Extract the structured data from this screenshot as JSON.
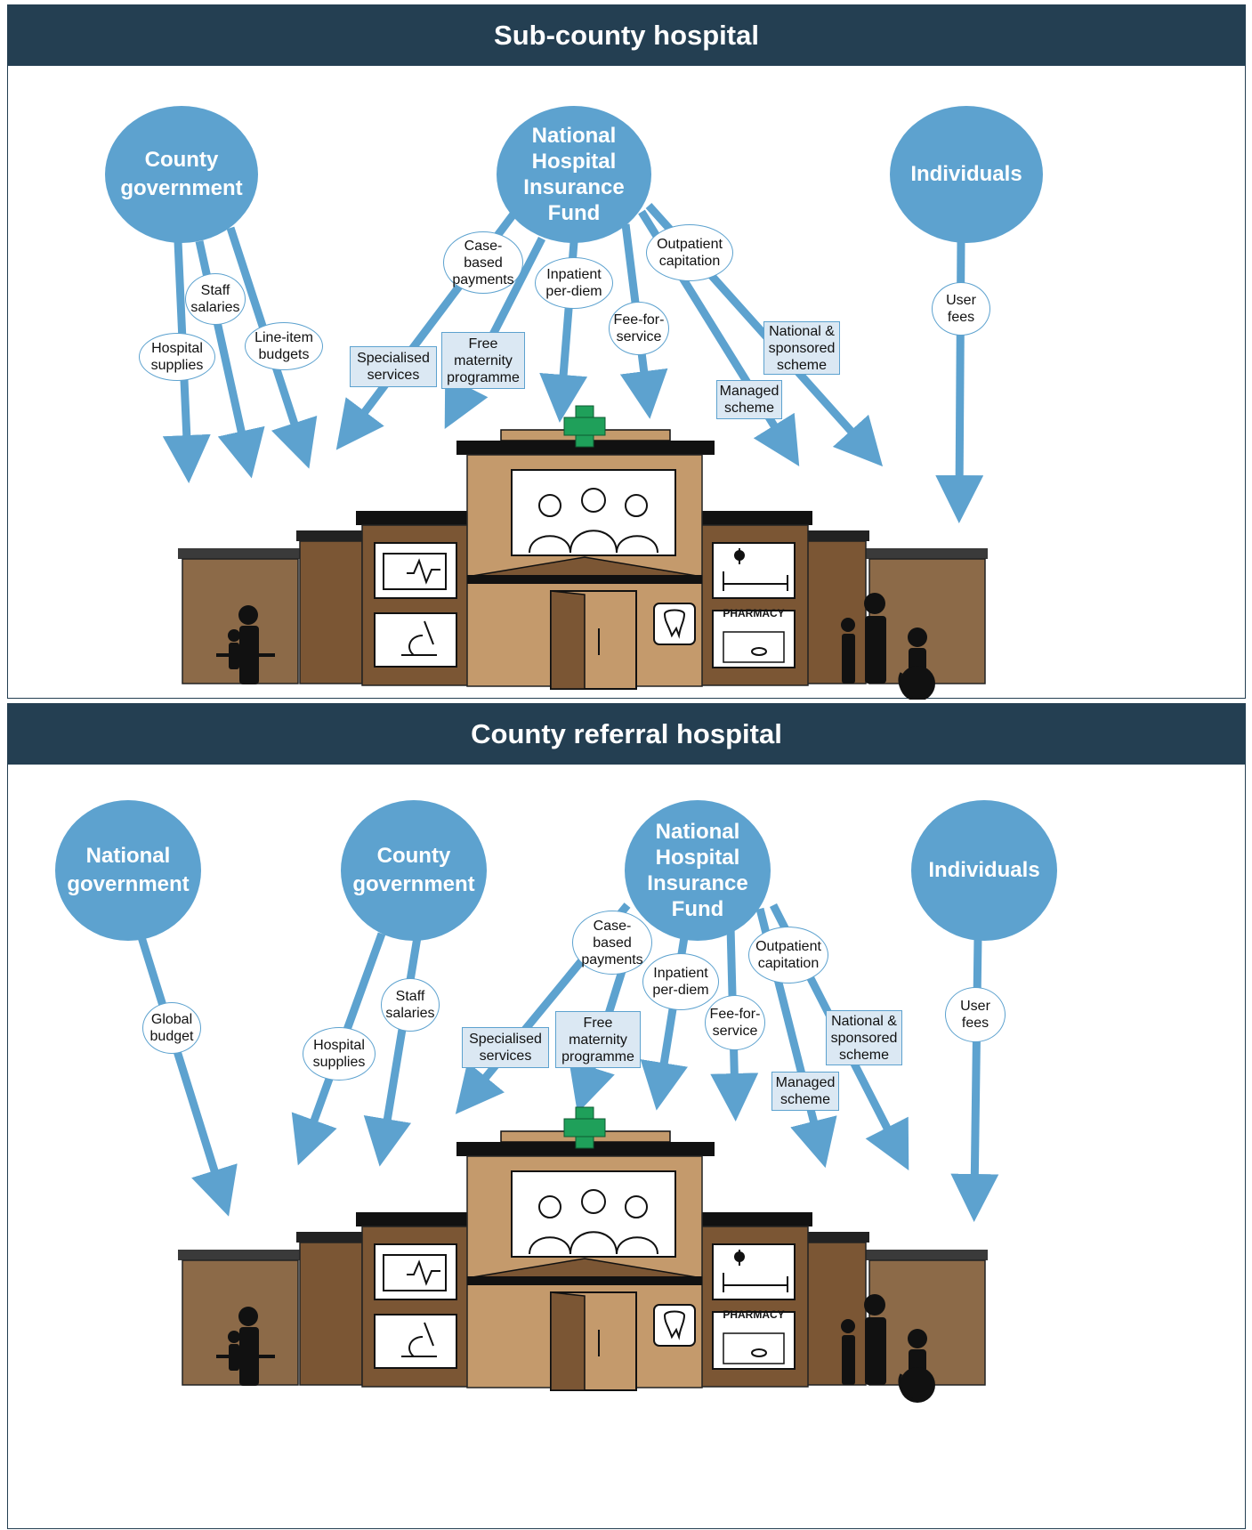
{
  "colors": {
    "header": "#243f52",
    "funder": "#5da2cf",
    "box": "#dbe8f3",
    "building_light": "#c49a6c",
    "building_dark": "#7b5634",
    "cross": "#1fa05a"
  },
  "top": {
    "title": "Sub-county hospital",
    "funders": {
      "county": "County\ngovernment",
      "nhif": "National\nHospital\nInsurance\nFund",
      "individuals": "Individuals"
    },
    "mechanisms": {
      "staff": "Staff\nsalaries",
      "supplies": "Hospital\nsupplies",
      "lineitem": "Line-item\nbudgets",
      "casebased": "Case-\nbased\npayments",
      "inpatient": "Inpatient\nper-diem",
      "feeforservice": "Fee-for-\nservice",
      "outpatient": "Outpatient\ncapitation",
      "userfees": "User\nfees"
    },
    "programmes": {
      "specialised": "Specialised\nservices",
      "maternity": "Free\nmaternity\nprogramme",
      "national": "National &\nsponsored\nscheme",
      "managed": "Managed\nscheme"
    },
    "pharmacy": "PHARMACY"
  },
  "bottom": {
    "title": "County referral hospital",
    "funders": {
      "national": "National\ngovernment",
      "county": "County\ngovernment",
      "nhif": "National\nHospital\nInsurance\nFund",
      "individuals": "Individuals"
    },
    "mechanisms": {
      "global": "Global\nbudget",
      "supplies": "Hospital\nsupplies",
      "staff": "Staff\nsalaries",
      "casebased": "Case-\nbased\npayments",
      "inpatient": "Inpatient\nper-diem",
      "feeforservice": "Fee-for-\nservice",
      "outpatient": "Outpatient\ncapitation",
      "userfees": "User\nfees"
    },
    "programmes": {
      "specialised": "Specialised\nservices",
      "maternity": "Free\nmaternity\nprogramme",
      "national": "National &\nsponsored\nscheme",
      "managed": "Managed\nscheme"
    },
    "pharmacy": "PHARMACY"
  }
}
